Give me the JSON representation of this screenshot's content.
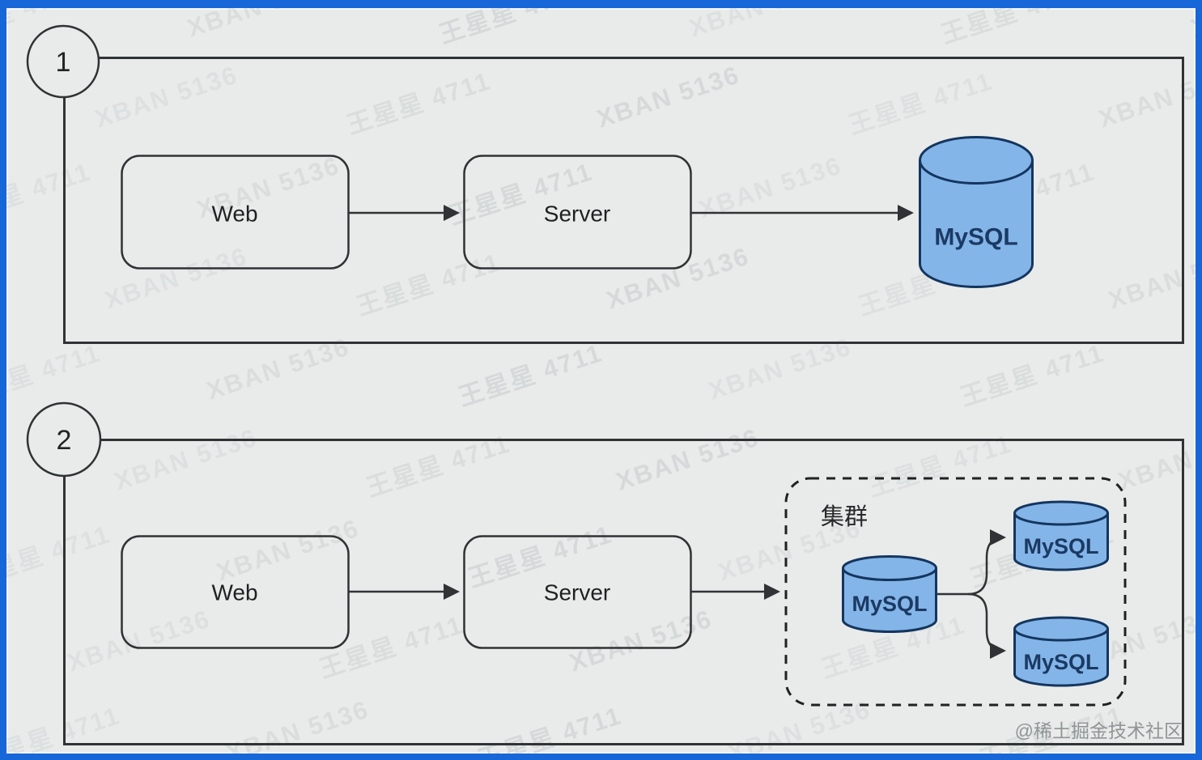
{
  "diagram": {
    "section1": {
      "badge": "1",
      "nodes": {
        "web": "Web",
        "server": "Server",
        "db": "MySQL"
      }
    },
    "section2": {
      "badge": "2",
      "nodes": {
        "web": "Web",
        "server": "Server"
      },
      "cluster": {
        "label": "集群",
        "primary": "MySQL",
        "replica1": "MySQL",
        "replica2": "MySQL"
      }
    }
  },
  "watermarks": {
    "texts": [
      "王星星 4711",
      "XBAN 5136"
    ]
  },
  "attribution": {
    "text": "@稀土掘金技术社区"
  },
  "colors": {
    "frame": "#1767d8",
    "canvas": "#e9ebea",
    "line": "#303335",
    "db_fill": "#84b5e9",
    "db_stroke": "#14365f",
    "db_text": "#1b3a63",
    "watermark": "#8c9a9c",
    "attribution": "#8f9496"
  }
}
